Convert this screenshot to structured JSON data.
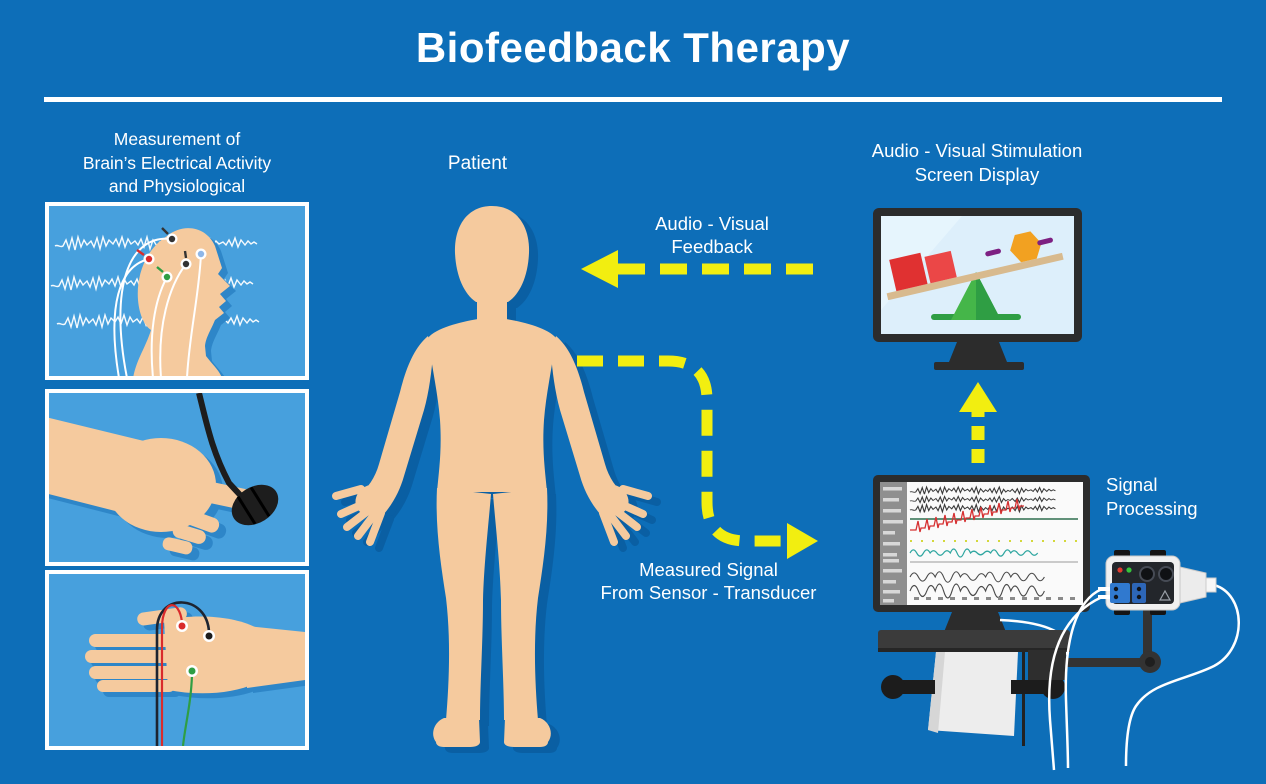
{
  "title": "Biofeedback Therapy",
  "left_section": {
    "heading": [
      "Measurement of",
      "Brain’s Electrical Activity",
      "and Physiological"
    ]
  },
  "patient": {
    "label": "Patient"
  },
  "feedback_arrow": {
    "label": [
      "Audio - Visual",
      "Feedback"
    ]
  },
  "measured_signal_arrow": {
    "label": [
      "Measured Signal",
      "From Sensor - Transducer"
    ]
  },
  "stimulation_display": {
    "heading": [
      "Audio - Visual Stimulation",
      "Screen Display"
    ]
  },
  "signal_processing": {
    "heading": [
      "Signal",
      "Processing"
    ]
  },
  "illustrations": {
    "panel_1": "eeg-head-with-electrodes",
    "panel_2": "finger-sensor-transducer",
    "panel_3": "hand-with-skin-electrodes",
    "patient": "human-body-front-silhouette",
    "stimulation_screen": "seesaw-balance-with-shapes",
    "signal_screen": "physiological-waveform-traces",
    "device": "signal-processing-unit-on-arm"
  },
  "colors": {
    "background": "#0d6eb8",
    "panel_blue": "#47a0dd",
    "panel_shadow_blue": "#2e86c8",
    "accent_yellow": "#f2ee10",
    "skin": "#f5ca9e",
    "body_shadow": "#0a5fa3",
    "monitor_frame": "#2c2c2c",
    "stim_screen": "#ddeffb",
    "signal_screen": "#fafafa",
    "ecg_red": "#d63031",
    "trace_teal": "#2fa6a0",
    "seesaw_green": "#3caf4c",
    "plank_tan": "#d8ba8e",
    "square_red": "#e03131",
    "hexagon_orange": "#f2a121",
    "dash_purple": "#7d2082"
  }
}
